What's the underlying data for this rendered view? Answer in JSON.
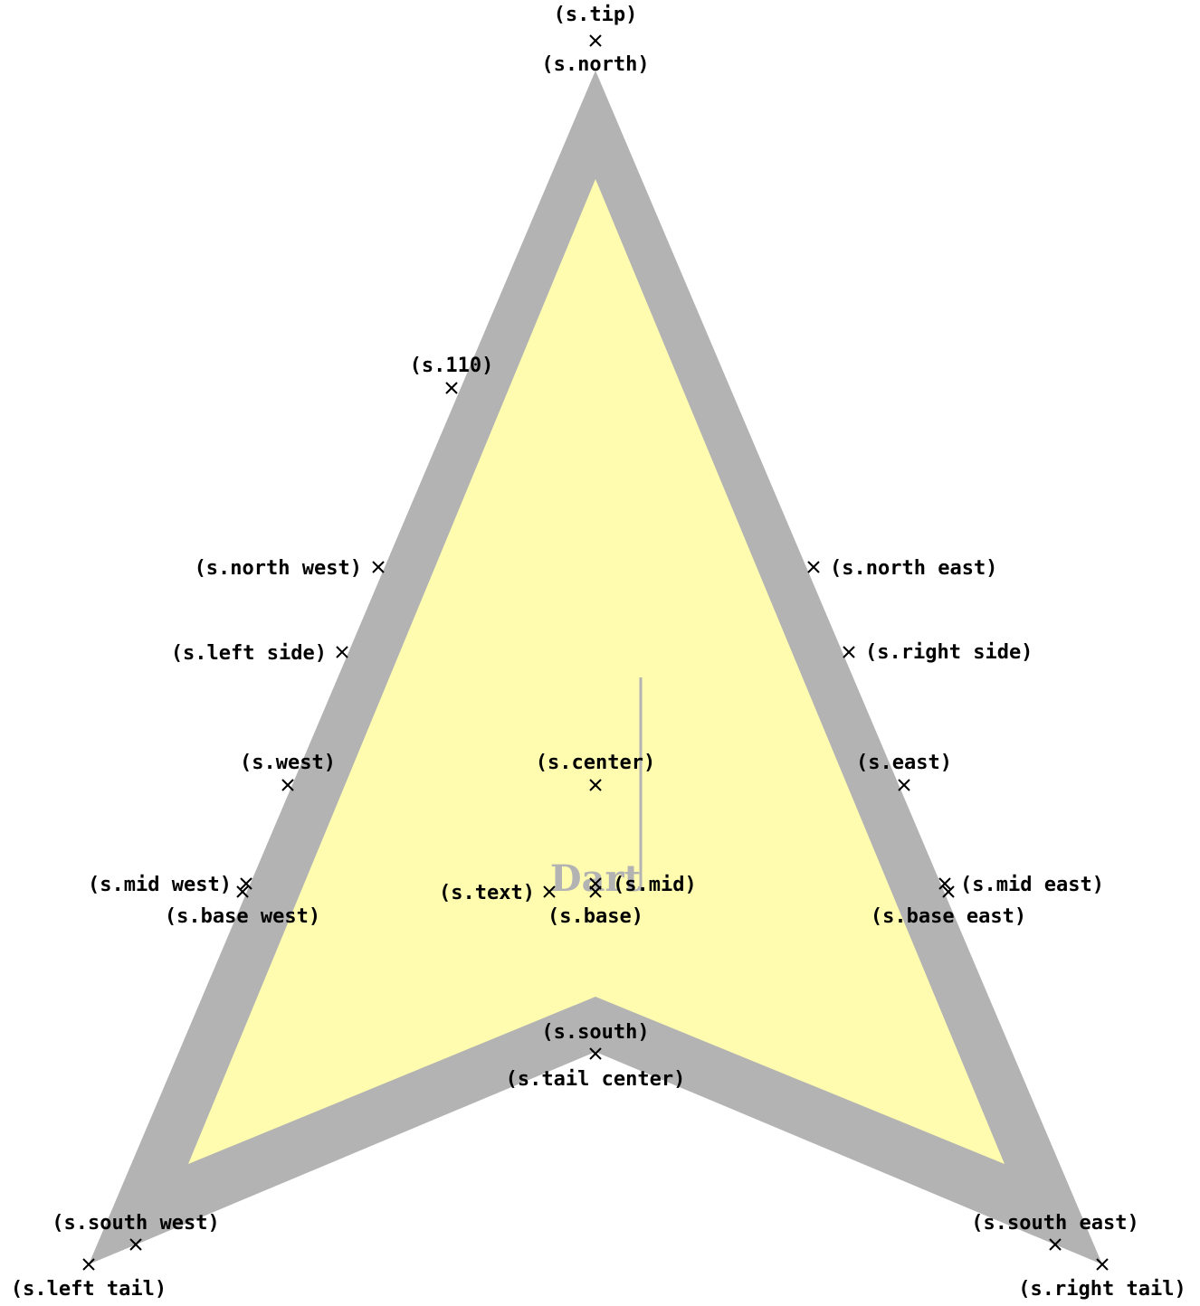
{
  "diagram": {
    "shape_text": "Dart",
    "colors": {
      "outline": "#b3b3b3",
      "fill": "#fffcb0",
      "ink": "#000000"
    },
    "anchors": [
      {
        "id": "tip",
        "label": "(s.tip)"
      },
      {
        "id": "north",
        "label": "(s.north)"
      },
      {
        "id": "110",
        "label": "(s.110)"
      },
      {
        "id": "north-west",
        "label": "(s.north west)"
      },
      {
        "id": "north-east",
        "label": "(s.north east)"
      },
      {
        "id": "left-side",
        "label": "(s.left side)"
      },
      {
        "id": "right-side",
        "label": "(s.right side)"
      },
      {
        "id": "west",
        "label": "(s.west)"
      },
      {
        "id": "center",
        "label": "(s.center)"
      },
      {
        "id": "east",
        "label": "(s.east)"
      },
      {
        "id": "mid-west",
        "label": "(s.mid west)"
      },
      {
        "id": "mid",
        "label": "(s.mid)"
      },
      {
        "id": "mid-east",
        "label": "(s.mid east)"
      },
      {
        "id": "text",
        "label": "(s.text)"
      },
      {
        "id": "base-west",
        "label": "(s.base west)"
      },
      {
        "id": "base",
        "label": "(s.base)"
      },
      {
        "id": "base-east",
        "label": "(s.base east)"
      },
      {
        "id": "south",
        "label": "(s.south)"
      },
      {
        "id": "tail-center",
        "label": "(s.tail center)"
      },
      {
        "id": "south-west",
        "label": "(s.south west)"
      },
      {
        "id": "south-east",
        "label": "(s.south east)"
      },
      {
        "id": "left-tail",
        "label": "(s.left tail)"
      },
      {
        "id": "right-tail",
        "label": "(s.right tail)"
      }
    ]
  }
}
